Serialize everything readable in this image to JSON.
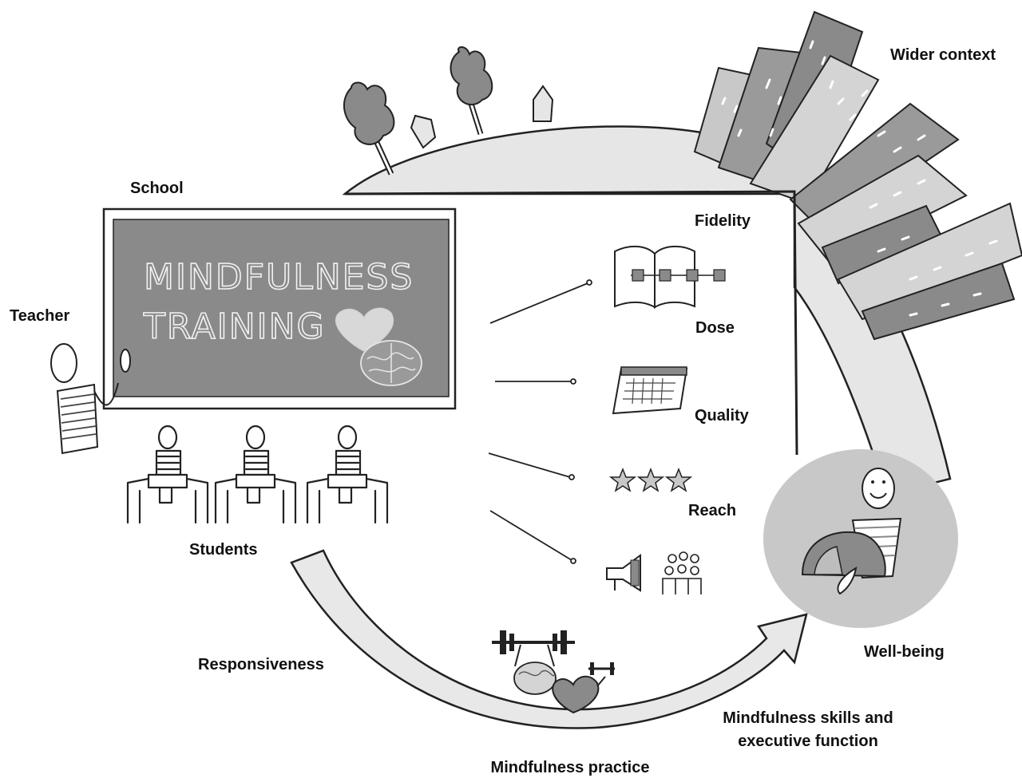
{
  "labels": {
    "wider_context": "Wider context",
    "school": "School",
    "teacher": "Teacher",
    "students": "Students",
    "fidelity": "Fidelity",
    "dose": "Dose",
    "quality": "Quality",
    "reach": "Reach",
    "well_being": "Well-being",
    "responsiveness": "Responsiveness",
    "skills_line1": "Mindfulness skills and",
    "skills_line2": "executive function",
    "mindfulness_practice": "Mindfulness practice"
  },
  "board": {
    "line1": "MINDFULNESS",
    "line2": "TRAINING"
  },
  "colors": {
    "board": "#8a8a8a",
    "ground": "#e6e6e6",
    "arrow": "#e8e8e8",
    "wellbeing_circle": "#c8c8c8",
    "ink": "#222222"
  },
  "icons": [
    "book-flow-icon",
    "calendar-icon",
    "three-stars-icon",
    "megaphone-icon",
    "people-icon",
    "brain-heart-icon",
    "dumbbell-brain-icon",
    "smiley-gauge-icon",
    "tree-icon",
    "building-icon"
  ]
}
